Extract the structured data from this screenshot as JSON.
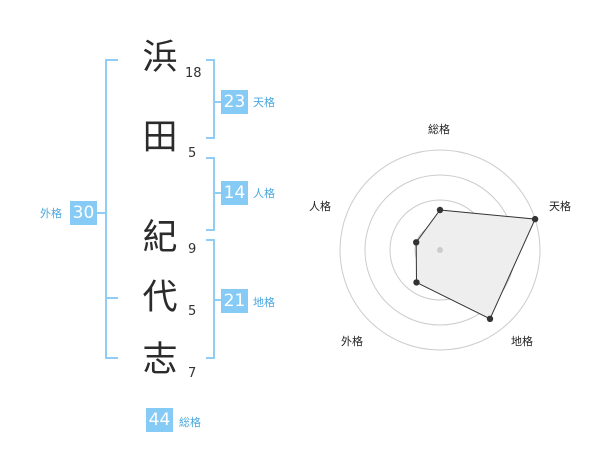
{
  "name_chars": [
    {
      "char": "浜",
      "strokes": "18"
    },
    {
      "char": "田",
      "strokes": "5"
    },
    {
      "char": "紀",
      "strokes": "9"
    },
    {
      "char": "代",
      "strokes": "5"
    },
    {
      "char": "志",
      "strokes": "7"
    }
  ],
  "scores": {
    "tenkaku": {
      "value": "23",
      "label": "天格"
    },
    "jinkaku": {
      "value": "14",
      "label": "人格"
    },
    "chikaku": {
      "value": "21",
      "label": "地格"
    },
    "gaikaku": {
      "value": "30",
      "label": "外格"
    },
    "soukaku": {
      "value": "44",
      "label": "総格"
    }
  },
  "colors": {
    "accent": "#86cbf6",
    "accent_text": "#49a7de",
    "bracket": "#8fcdf4",
    "radar_fill": "#eeeeee",
    "radar_ring": "#cccccc"
  },
  "chart_data": {
    "type": "radar",
    "axes": [
      "総格",
      "天格",
      "地格",
      "外格",
      "人格"
    ],
    "rings": 4,
    "values": [
      0.4,
      1.0,
      0.85,
      0.4,
      0.25
    ],
    "max": 1.0
  }
}
